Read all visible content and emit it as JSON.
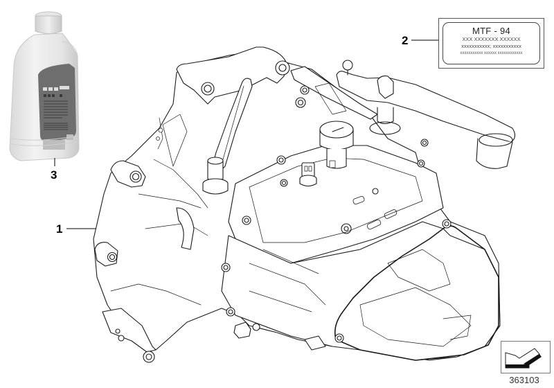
{
  "diagram": {
    "type": "exploded-parts-diagram",
    "subject": "manual transmission assembly with oil bottle and label",
    "reference_number": "363103",
    "line_color": "#1a1a1a",
    "background": "#ffffff"
  },
  "callouts": [
    {
      "number": "1",
      "part": "transmission"
    },
    {
      "number": "2",
      "part": "transmission oil label"
    },
    {
      "number": "3",
      "part": "transmission oil bottle"
    }
  ],
  "label_plate": {
    "title": "MTF - 94",
    "line1": "XXX XXXXXXX XXXXXX",
    "line2": "xxxxxxxxxxx; xxxxxxxxxxx",
    "line3": "xxxxxxxxxxx  xxxxxx  xxxxxxxxxxxx"
  },
  "navigation": {
    "icon": "back-arrow-icon",
    "reference_number": "363103"
  }
}
